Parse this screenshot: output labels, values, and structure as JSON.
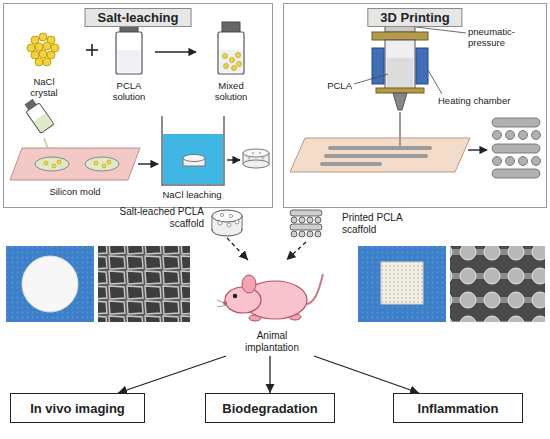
{
  "diagram": {
    "nodes": [
      {
        "text": [
          "Salt-leaching"
        ]
      },
      {
        "text": [
          "3D Printing"
        ]
      },
      {
        "text": [
          "Salt-leached PCLA scaffold"
        ]
      },
      {
        "text": [
          "Printed PCLA scaffold"
        ]
      },
      {
        "text": [
          "Animal implantation"
        ]
      },
      {
        "text": [
          "In vivo imaging"
        ]
      },
      {
        "text": [
          "Biodegradation"
        ]
      },
      {
        "text": [
          "Inflammation"
        ]
      }
    ],
    "edges": [
      {
        "from": 2,
        "to": 4,
        "arrow": "to"
      },
      {
        "from": 3,
        "to": 4,
        "arrow": "to"
      },
      {
        "from": 4,
        "to": 5,
        "arrow": "to"
      },
      {
        "from": 4,
        "to": 6,
        "arrow": "to"
      },
      {
        "from": 4,
        "to": 7,
        "arrow": "to"
      }
    ],
    "labels": [
      "NaCl crystal",
      "PCLA solution",
      "Mixed solution",
      "Silicon mold",
      "NaCl leaching",
      "pneumatic-pressure",
      "PCLA",
      "Heating chamber"
    ]
  }
}
